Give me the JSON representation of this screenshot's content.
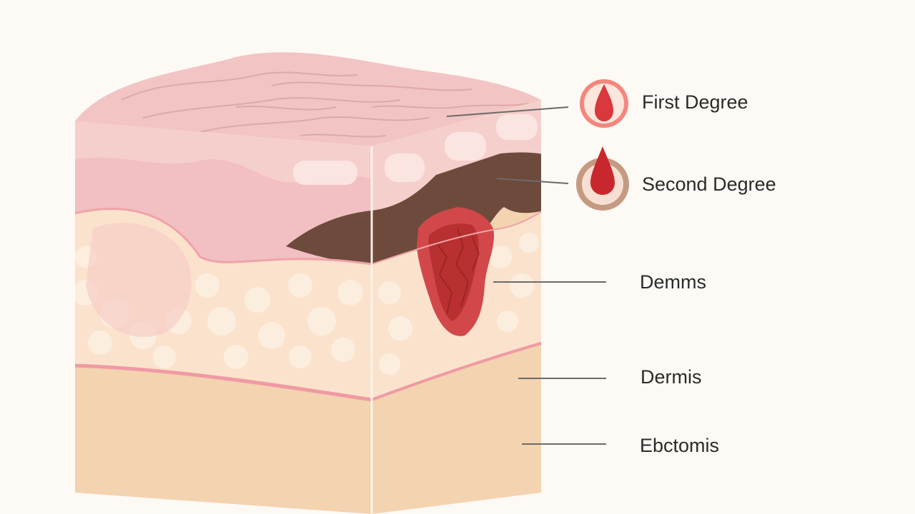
{
  "labels": {
    "first_degree": "First Degree",
    "second_degree": "Second Degree",
    "layer_1": "Demms",
    "layer_2": "Dermis",
    "layer_3": "Ebctomis"
  },
  "icons": {
    "first_degree_icon": "burn-drop-icon",
    "second_degree_icon": "burn-drop-icon"
  },
  "colors": {
    "background": "#fdf9f4",
    "epidermis_top": "#f2c7c4",
    "epidermis_light": "#f6d6d2",
    "dermis": "#fbe2cc",
    "subcutaneous": "#f3d3b0",
    "char": "#6e4a3d",
    "burn": "#c93a3a",
    "badge_ring_first": "#f08a82",
    "badge_ring_second": "#b98a6e"
  }
}
